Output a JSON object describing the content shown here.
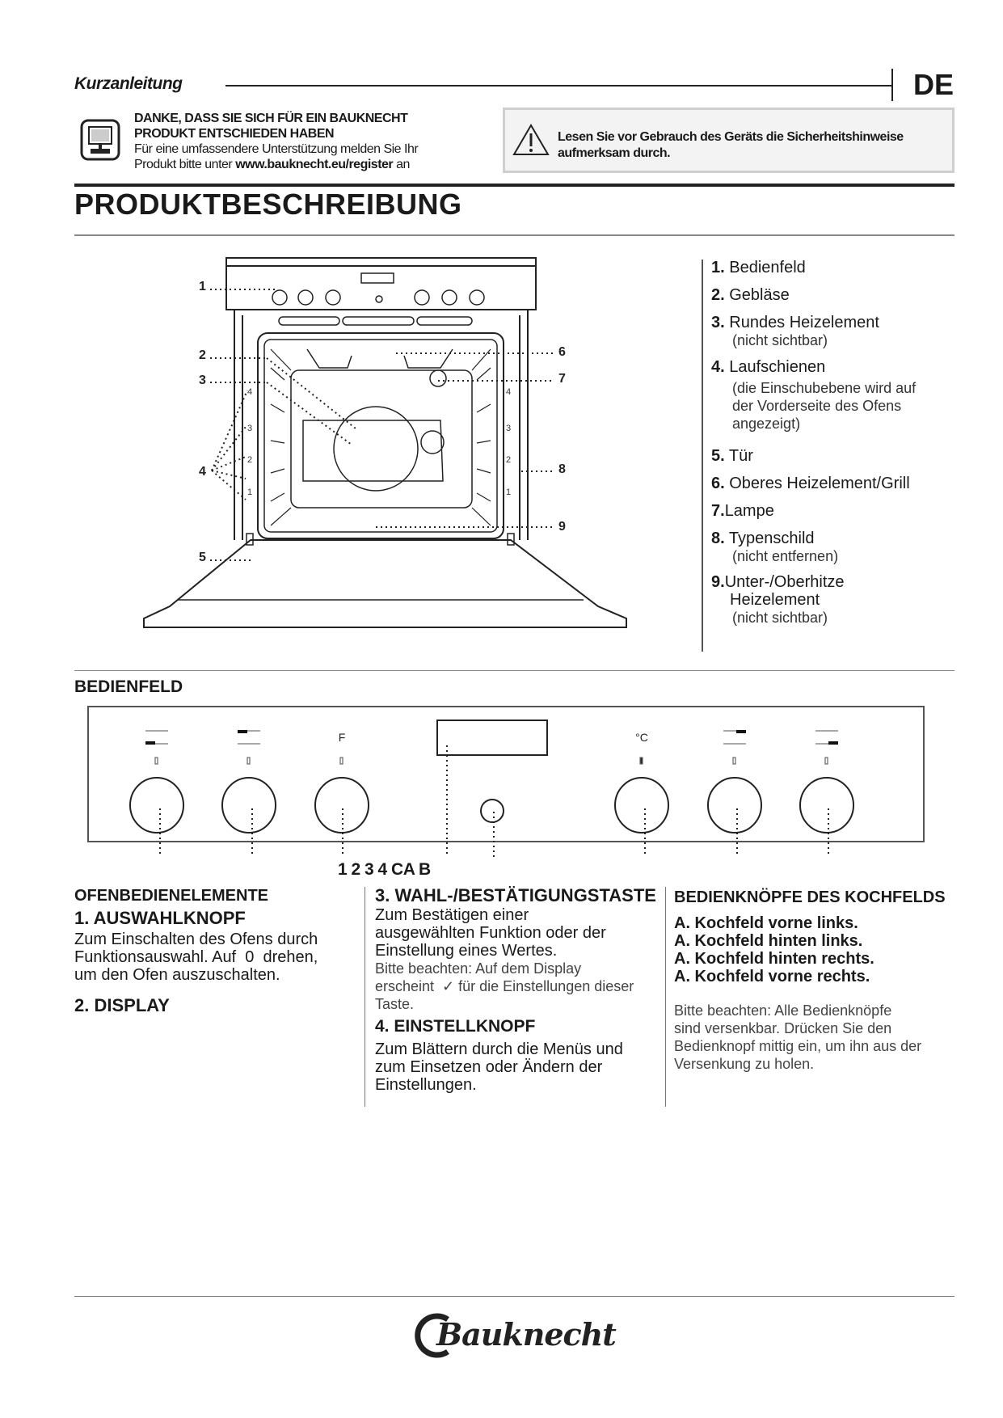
{
  "header": {
    "title": "Kurzanleitung",
    "lang": "DE"
  },
  "intro": {
    "line1": "DANKE, DASS SIE SICH FÜR EIN BAUKNECHT",
    "line2": "PRODUKT ENTSCHIEDEN HABEN",
    "line3": "Für eine umfassendere Unterstützung melden Sie Ihr",
    "line4_pre": "Produkt bitte unter ",
    "link": "www.bauknecht.eu/register",
    "line4_post": " an"
  },
  "warning": {
    "line1": "Lesen Sie vor Gebrauch des Geräts die Sicherheitshinweise",
    "line2": "aufmerksam durch."
  },
  "title": "PRODUKTBESCHREIBUNG",
  "diagram_labels": [
    "1",
    "2",
    "3",
    "4",
    "5",
    "6",
    "7",
    "8",
    "9"
  ],
  "shelf_numbers": [
    "4",
    "3",
    "2",
    "1"
  ],
  "legend": [
    {
      "num": "1.",
      "label": "Bedienfeld"
    },
    {
      "num": "2.",
      "label": "Gebläse"
    },
    {
      "num": "3.",
      "label": "Rundes Heizelement",
      "sub": "(nicht sichtbar)"
    },
    {
      "num": "4.",
      "label": "Laufschienen",
      "sub1": "(die Einschubebene wird auf",
      "sub2": "der Vorderseite des Ofens",
      "sub3": "angezeigt)"
    },
    {
      "num": "5.",
      "label": "Tür"
    },
    {
      "num": "6.",
      "label": "Oberes Heizelement/Grill"
    },
    {
      "num": "7.",
      "label": "Lampe"
    },
    {
      "num": "8.",
      "label": "Typenschild",
      "sub": "(nicht entfernen)"
    },
    {
      "num": "9.",
      "label": "Unter-/Oberhitze",
      "label2": "Heizelement",
      "sub": "(nicht sichtbar)"
    }
  ],
  "panel": {
    "heading": "BEDIENFELD",
    "symbol_f": "F",
    "symbol_c": "°C",
    "callout": "1 2 3 4 CA B"
  },
  "columns": {
    "c1": {
      "heading": "OFENBEDIENELEMENTE",
      "s1_num": "1.",
      "s1_title": "AUSWAHLKNOPF",
      "s1_text1": "Zum Einschalten des Ofens durch",
      "s1_text2": "Funktionsauswahl. Auf  0  drehen,",
      "s1_text3": "um den Ofen auszuschalten.",
      "s2_num": "2.",
      "s2_title": "DISPLAY"
    },
    "c2": {
      "s3_num": "3.",
      "s3_title": "WAHL-/BESTÄTIGUNGSTASTE",
      "s3_text1": "Zum Bestätigen einer",
      "s3_text2": "ausgewählten Funktion oder der",
      "s3_text3": "Einstellung eines Wertes.",
      "note1": "Bitte beachten: Auf dem Display",
      "note2": "erscheint  ✓ für die Einstellungen dieser",
      "note3": "Taste.",
      "s4_title": "4. EINSTELLKNOPF",
      "s4_text1": "Zum Blättern durch die Menüs und",
      "s4_text2": "zum Einsetzen oder Ändern der",
      "s4_text3": "Einstellungen."
    },
    "c3": {
      "heading": "BEDIENKNÖPFE DES KOCHFELDS",
      "items": [
        "A. Kochfeld vorne links.",
        "A. Kochfeld hinten links.",
        "A. Kochfeld hinten rechts.",
        "A. Kochfeld vorne rechts."
      ],
      "note1": "Bitte beachten: Alle Bedienknöpfe",
      "note2": "sind versenkbar. Drücken Sie den",
      "note3": "Bedienknopf mittig ein, um ihn aus der",
      "note4": "Versenkung zu holen."
    }
  },
  "footer": {
    "logo": "Bauknecht"
  }
}
